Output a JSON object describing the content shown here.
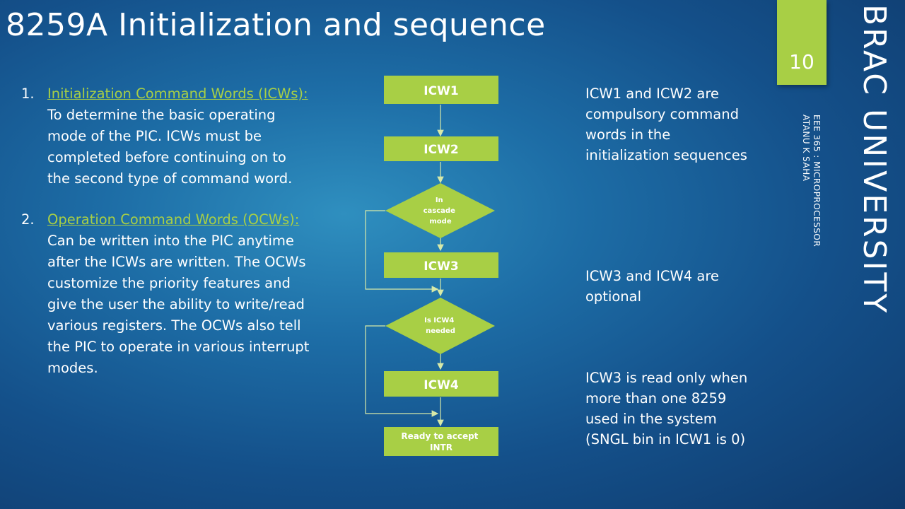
{
  "title": "8259A Initialization and sequence",
  "items": [
    {
      "num": "1.",
      "term": "Initialization Command Words (ICWs): ",
      "text": "To determine the basic operating mode of the PIC. ICWs must be completed before continuing on to the second type of command word."
    },
    {
      "num": "2.",
      "term": "Operation Command Words (OCWs): ",
      "text": "Can be written into the PIC anytime after the ICWs are written. The OCWs customize the priority features and give the user the ability to write/read various registers. The OCWs also tell the PIC to operate in various interrupt modes."
    }
  ],
  "flowchart": {
    "icw1": "ICW1",
    "icw2": "ICW2",
    "decision1": [
      "In",
      "cascade",
      "mode"
    ],
    "icw3": "ICW3",
    "decision2": [
      "Is ICW4",
      "needed"
    ],
    "icw4": "ICW4",
    "final": [
      "Ready to accept",
      "INTR"
    ]
  },
  "notes": {
    "n1": "ICW1 and ICW2 are compulsory command words in the initialization sequences",
    "n2": "ICW3 and ICW4 are optional",
    "n3": "ICW3 is read only when more than one 8259 used in the system (SNGL bin in ICW1 is 0)"
  },
  "page_number": "10",
  "brand": "BRAC UNIVERSITY",
  "course": [
    "EEE 365 : MICROPROCESSOR",
    "ATANU K SAHA"
  ],
  "colors": {
    "accent": "#a8cf45",
    "text": "#ffffff",
    "line": "#d7e9a8"
  }
}
